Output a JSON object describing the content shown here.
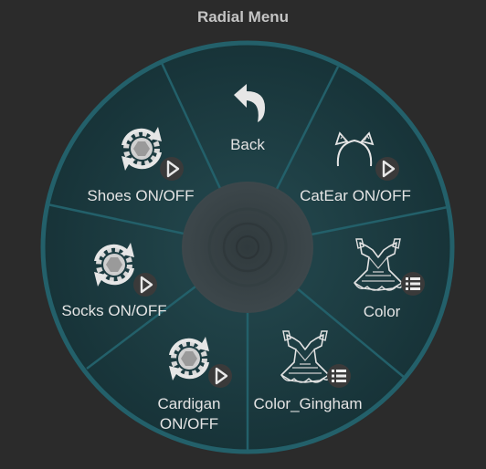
{
  "window": {
    "title": "Radial Menu"
  },
  "menu": {
    "items": [
      {
        "id": "back",
        "label": "Back",
        "icon": "back-arrow-icon"
      },
      {
        "id": "catear",
        "label": "CatEar ON/OFF",
        "icon": "cat-ear-headband-icon",
        "badge": "play-icon"
      },
      {
        "id": "color",
        "label": "Color",
        "icon": "outfit-icon",
        "badge": "submenu-icon"
      },
      {
        "id": "color-gingham",
        "label": "Color_Gingham",
        "icon": "outfit-icon",
        "badge": "submenu-icon"
      },
      {
        "id": "cardigan",
        "label_line1": "Cardigan",
        "label_line2": "ON/OFF",
        "icon": "toggle-gear-icon",
        "badge": "play-icon"
      },
      {
        "id": "socks",
        "label": "Socks ON/OFF",
        "icon": "toggle-gear-icon",
        "badge": "play-icon"
      },
      {
        "id": "shoes",
        "label": "Shoes ON/OFF",
        "icon": "toggle-gear-icon",
        "badge": "play-icon"
      }
    ]
  },
  "colors": {
    "background": "#2b2b2b",
    "wheel_fill": "#1b3a3f",
    "wheel_border": "#23606a",
    "divider": "#23606a",
    "hub": "#3a4347",
    "label": "#e4e4e4",
    "title": "#c4c4c4"
  }
}
